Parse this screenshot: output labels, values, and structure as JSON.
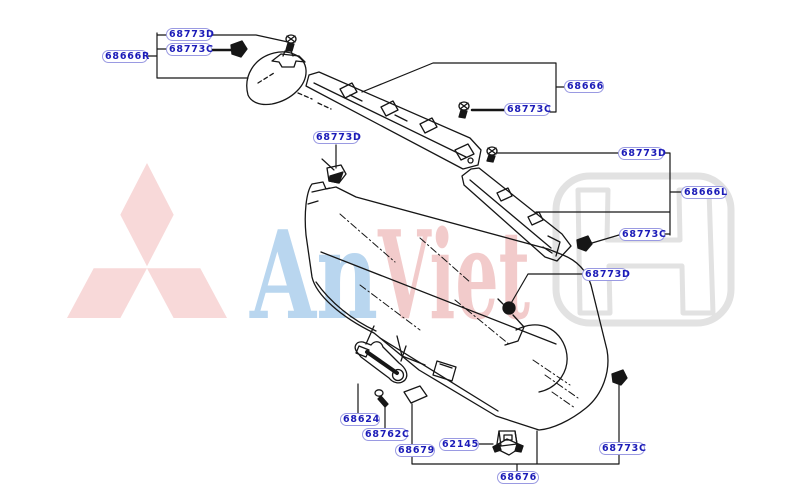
{
  "diagram": {
    "part_labels": [
      {
        "text": "68773D"
      },
      {
        "text": "68773C"
      },
      {
        "text": "68666R"
      },
      {
        "text": "68666"
      },
      {
        "text": "68773C"
      },
      {
        "text": "68773D"
      },
      {
        "text": "68773D"
      },
      {
        "text": "68666L"
      },
      {
        "text": "68773C"
      },
      {
        "text": "68773D"
      },
      {
        "text": "68624"
      },
      {
        "text": "68762C"
      },
      {
        "text": "68679"
      },
      {
        "text": "62145"
      },
      {
        "text": "68676"
      },
      {
        "text": "68773C"
      }
    ]
  },
  "watermarks": {
    "anviet_part1": "An",
    "anviet_part2": "Viet",
    "logo_icons": [
      "mitsubishi-logo",
      "honda-logo"
    ]
  },
  "colors": {
    "label_text": "#1b1bb8",
    "label_border": "#9a9ae2",
    "line_color": "#161616",
    "mitsubishi_pink": "#f8d9d9",
    "anviet_blue": "#b9d6ef",
    "anviet_red": "#f2cbcb",
    "honda_gray": "#e2e2e2"
  }
}
